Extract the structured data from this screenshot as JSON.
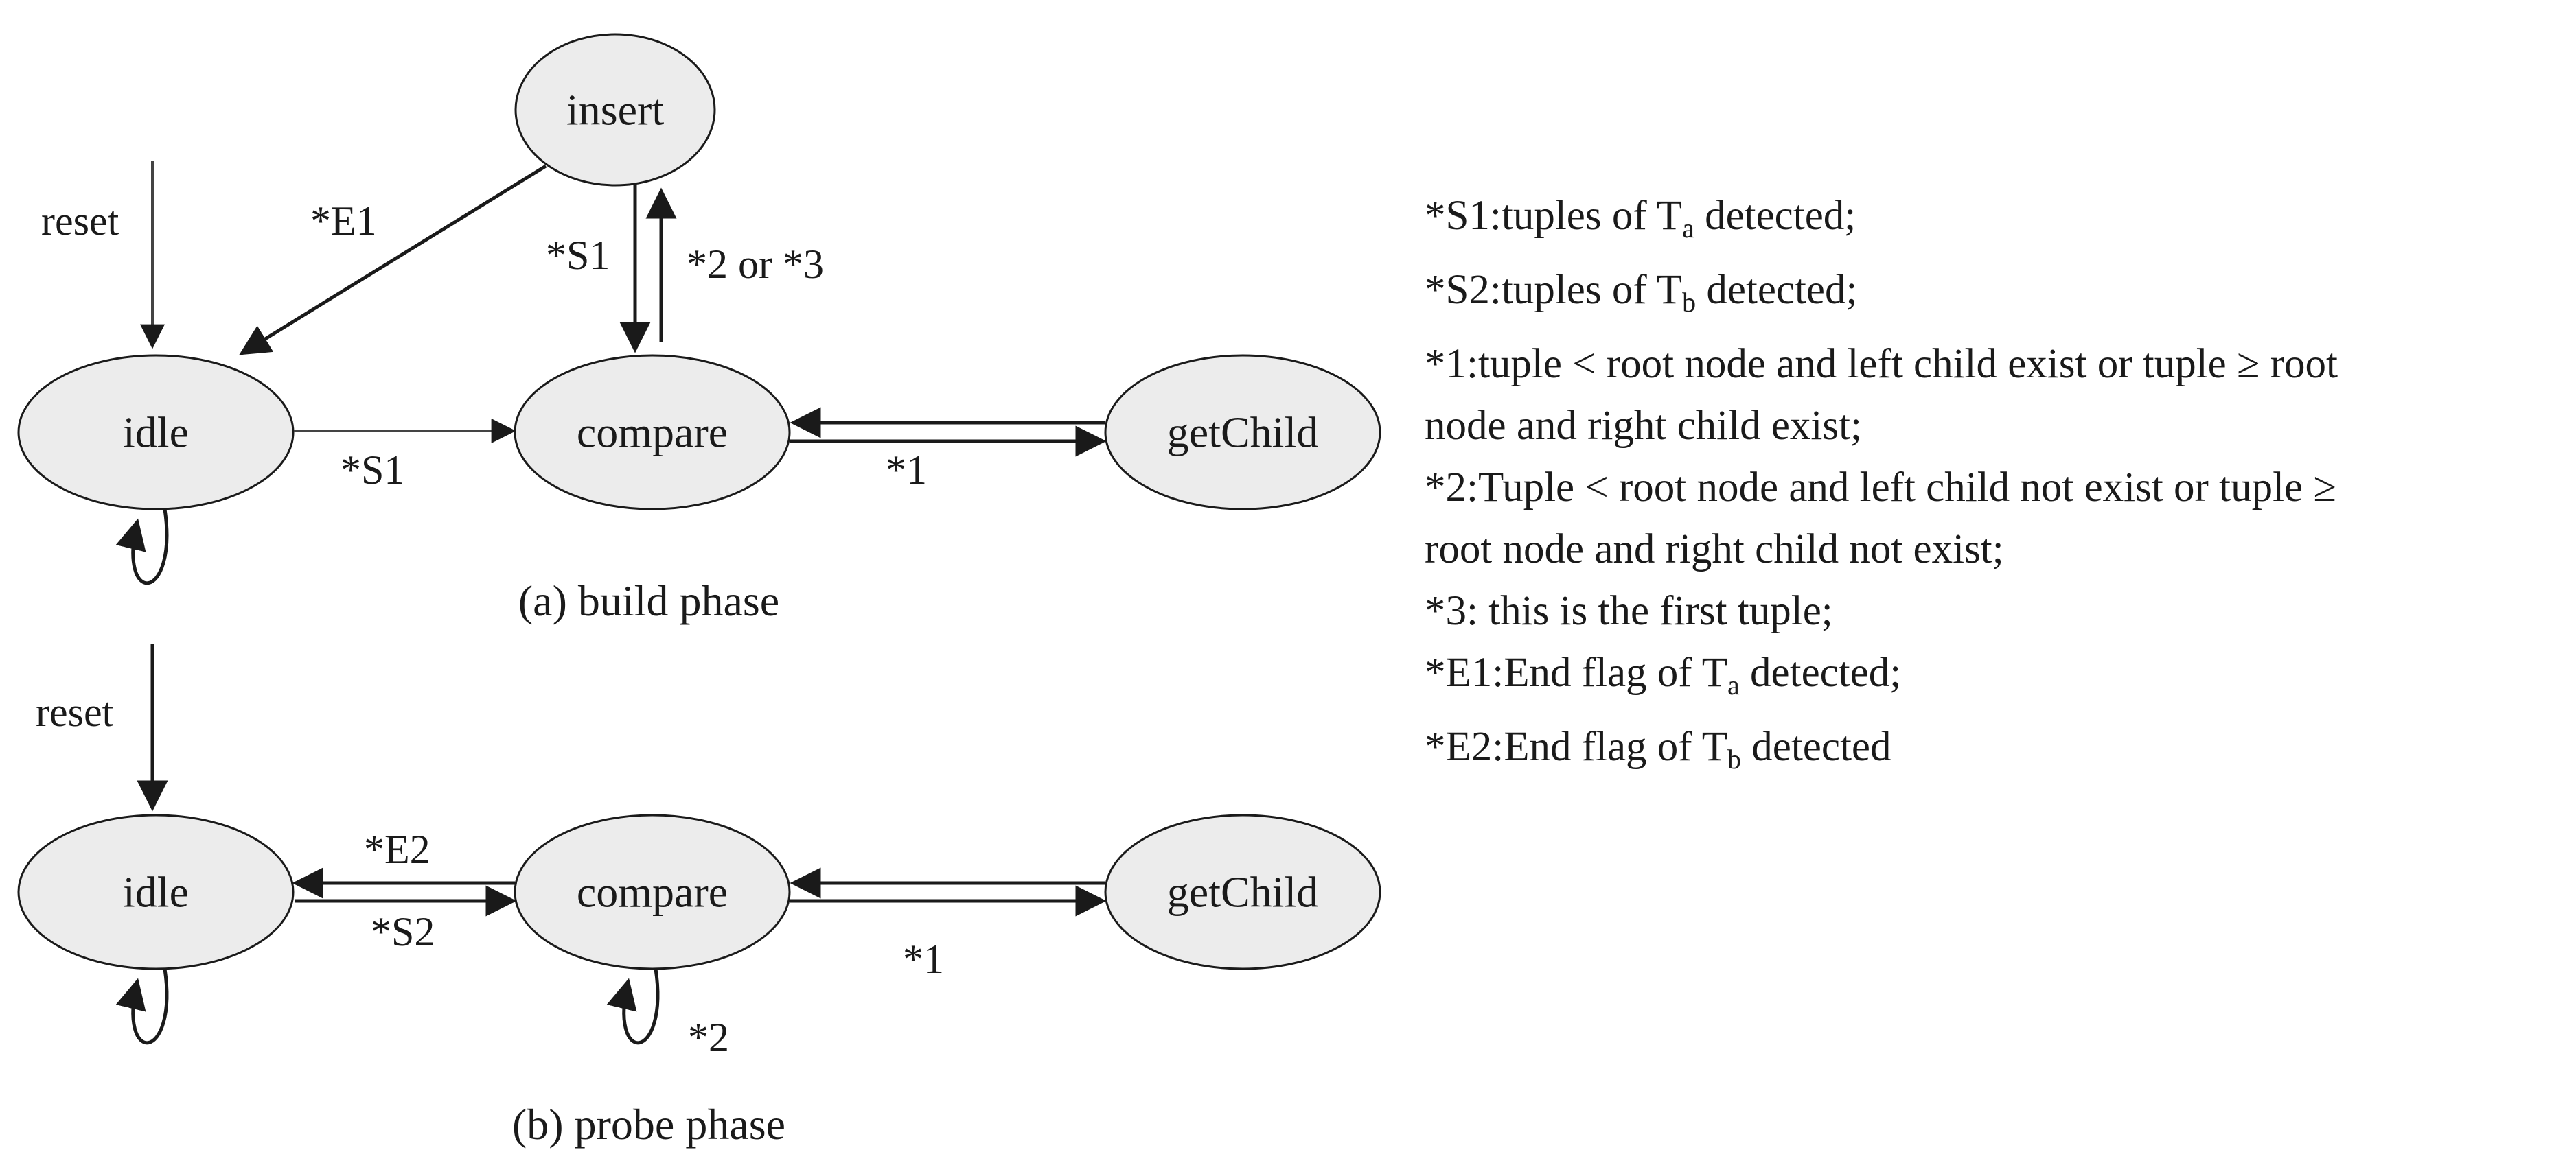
{
  "build": {
    "nodes": {
      "insert": "insert",
      "idle": "idle",
      "compare": "compare",
      "getChild": "getChild"
    },
    "labels": {
      "reset": "reset",
      "e1": "*E1",
      "s1_down": "*S1",
      "two_or_three": "*2 or *3",
      "s1_idle_compare": "*S1",
      "one": "*1"
    },
    "caption": "(a) build phase"
  },
  "probe": {
    "nodes": {
      "idle": "idle",
      "compare": "compare",
      "getChild": "getChild"
    },
    "labels": {
      "reset": "reset",
      "e2": "*E2",
      "s2": "*S2",
      "one": "*1",
      "two": "*2"
    },
    "caption": "(b) probe phase"
  },
  "legend": [
    {
      "pre": "*S1:tuples of T",
      "sub": "a",
      "post": " detected;"
    },
    {
      "pre": "*S2:tuples of T",
      "sub": "b",
      "post": " detected;"
    },
    {
      "pre": "*1:tuple < root node and left child exist or tuple ≥ root",
      "sub": "",
      "post": ""
    },
    {
      "pre": "node and right child exist;",
      "sub": "",
      "post": ""
    },
    {
      "pre": "*2:Tuple < root node and left child not exist or tuple ≥",
      "sub": "",
      "post": ""
    },
    {
      "pre": "root node and right child not exist;",
      "sub": "",
      "post": ""
    },
    {
      "pre": "*3: this is the first tuple;",
      "sub": "",
      "post": ""
    },
    {
      "pre": "*E1:End flag of T",
      "sub": "a",
      "post": " detected;"
    },
    {
      "pre": "*E2:End flag of T",
      "sub": "b",
      "post": " detected"
    }
  ]
}
